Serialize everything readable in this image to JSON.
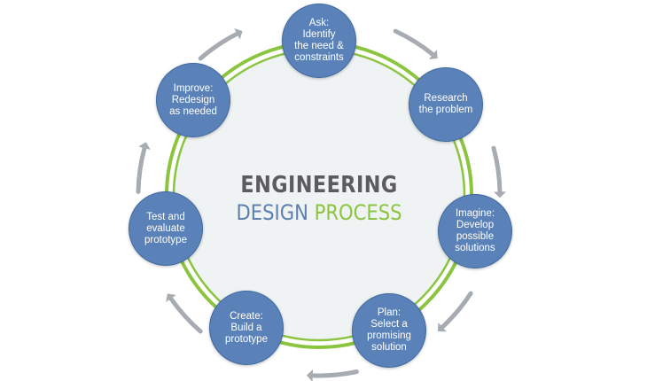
{
  "title": {
    "line1": "ENGINEERING",
    "word_design": "DESIGN",
    "word_process": "PROCESS"
  },
  "steps": [
    {
      "text": "Ask:\nIdentify\nthe need &\nconstraints"
    },
    {
      "text": "Research\nthe  problem"
    },
    {
      "text": "Imagine:\nDevelop\npossible\nsolutions"
    },
    {
      "text": "Plan:\nSelect a\npromising\nsolution"
    },
    {
      "text": "Create:\nBuild a\nprototype"
    },
    {
      "text": "Test  and\nevaluate\nprototype"
    },
    {
      "text": "Improve:\nRedesign\nas needed"
    }
  ],
  "colors": {
    "node_fill": "#5a82b8",
    "ring_green": "#8bc53f",
    "arrow_gray": "#a7acb3",
    "inner_fill": "#f0f3f3",
    "title_gray": "#5b5b60",
    "title_blue": "#5c80b0",
    "title_green": "#8bc53f"
  },
  "arrow_icon": "curved-arrow-clockwise"
}
